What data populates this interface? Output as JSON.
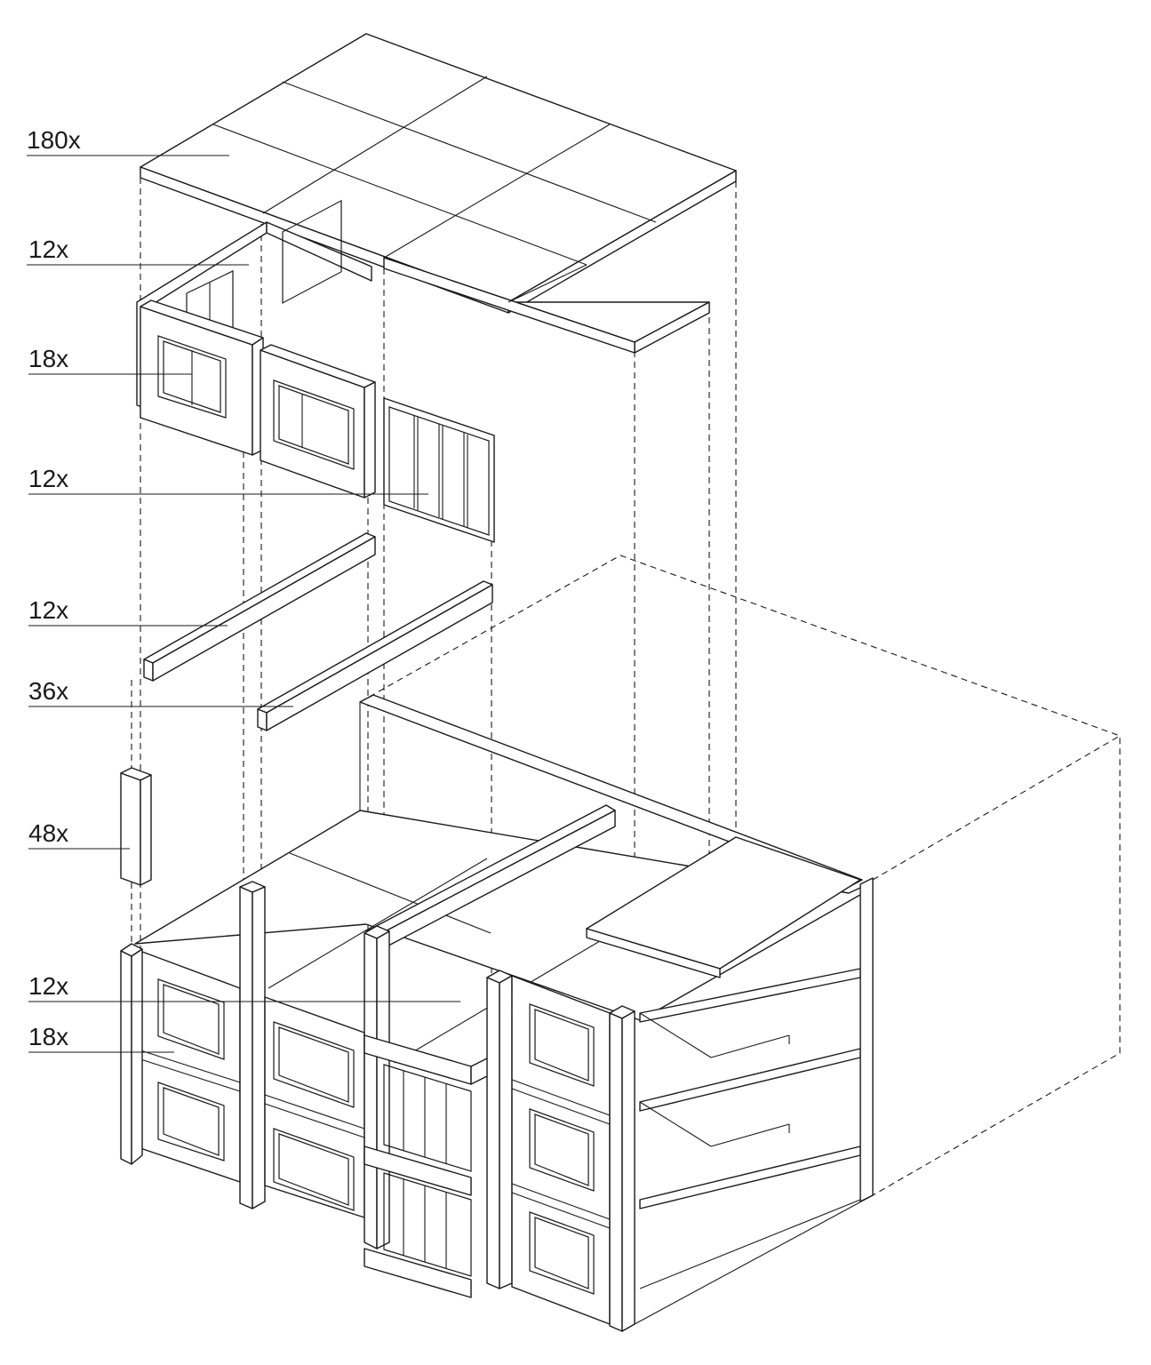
{
  "labels": [
    {
      "id": "roof-slab-tiles",
      "text": "180x"
    },
    {
      "id": "upper-wall-panels",
      "text": "12x"
    },
    {
      "id": "window-wall-panels",
      "text": "18x"
    },
    {
      "id": "balcony-glazing-units",
      "text": "12x"
    },
    {
      "id": "long-beams",
      "text": "12x"
    },
    {
      "id": "short-beams",
      "text": "36x"
    },
    {
      "id": "columns",
      "text": "48x"
    },
    {
      "id": "floor-slab-modules",
      "text": "12x"
    },
    {
      "id": "facade-window-panels",
      "text": "18x"
    }
  ],
  "colors": {
    "line": "#1a1a1a",
    "background": "#ffffff"
  }
}
